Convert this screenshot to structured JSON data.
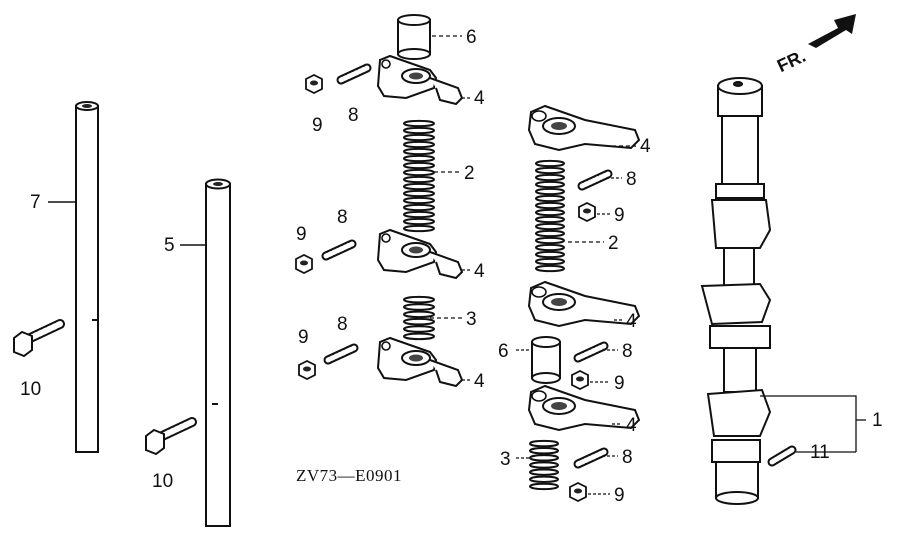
{
  "diagram": {
    "code": "ZV73—E0901",
    "direction_label": "FR.",
    "direction_icon": "arrow-up-right-icon",
    "callouts": {
      "c1": "1",
      "c2a": "2",
      "c2b": "2",
      "c3a": "3",
      "c3b": "3",
      "c4a": "4",
      "c4b": "4",
      "c4c": "4",
      "c4d": "4",
      "c4e": "4",
      "c4f": "4",
      "c5": "5",
      "c6a": "6",
      "c6b": "6",
      "c7": "7",
      "c8a": "8",
      "c8b": "8",
      "c8c": "8",
      "c8d": "8",
      "c8e": "8",
      "c8f": "8",
      "c9a": "9",
      "c9b": "9",
      "c9c": "9",
      "c9d": "9",
      "c9e": "9",
      "c9f": "9",
      "c10a": "10",
      "c10b": "10",
      "c11": "11"
    }
  }
}
